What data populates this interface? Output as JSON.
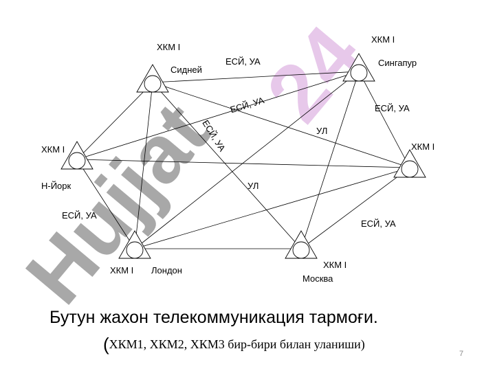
{
  "watermark": {
    "text": "Hujjat 24",
    "color": "#a8a8a8",
    "accent": "#e7c8ea"
  },
  "nodes": {
    "sydney": {
      "city": "Сидней",
      "level": "ХКМ I"
    },
    "singapore": {
      "city": "Сингапур",
      "level": "ХКМ I"
    },
    "newyork": {
      "city": "Н-Йорк",
      "level": "ХКМ I"
    },
    "right": {
      "city": "",
      "level": "ХКМ I"
    },
    "london": {
      "city": "Лондон",
      "level": "ХКМ I"
    },
    "moscow": {
      "city": "Москва",
      "level": "ХКМ I"
    }
  },
  "edge_labels": {
    "sydney_singapore": "ЕСЙ, УА",
    "diag_upper": "ЕСЙ, УА",
    "diag_steep": "ЕСЙ, УА",
    "singapore_right": "ЕСЙ, УА",
    "ul_upper": "УЛ",
    "ul_middle": "УЛ",
    "newyork_london": "ЕСЙ, УА",
    "right_moscow": "ЕСЙ, УА"
  },
  "title": "Бутун жахон телекоммуникация тармоғи.",
  "subtitle": {
    "open": "(",
    "text": "ХКМ1, ХКМ2, ХКМ3 бир-бири билан уланиши)"
  },
  "page_number": "7"
}
